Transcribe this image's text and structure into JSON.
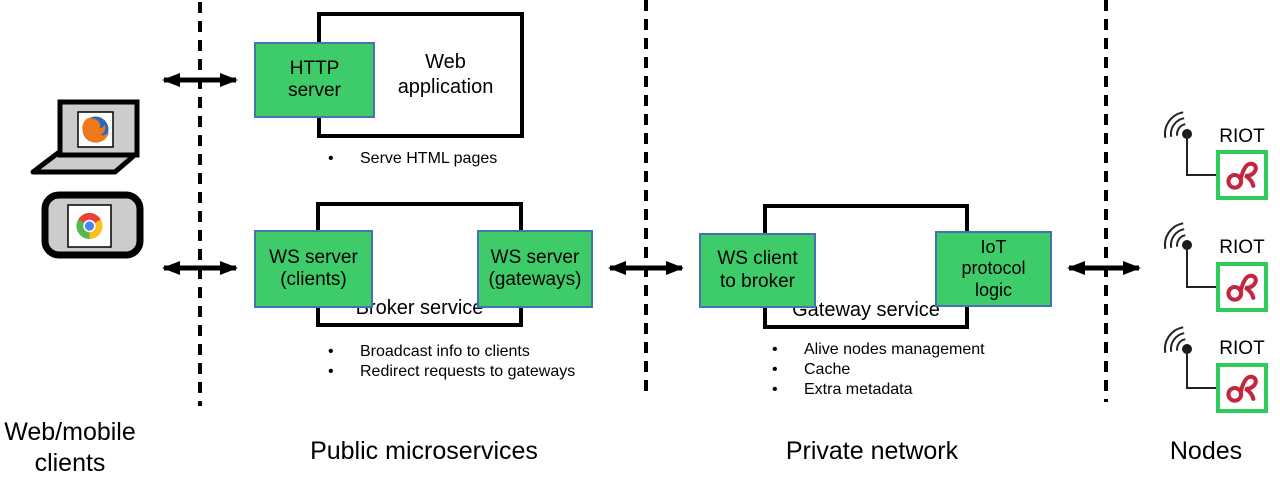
{
  "colors": {
    "service_green": "#3ecb69",
    "service_border_blue": "#4573af",
    "container_border": "#000000",
    "node_square_green": "#2ecc5b",
    "riot_red": "#c4273d",
    "device_gray": "#cccccc",
    "line_black": "#000000"
  },
  "icons": {
    "laptop": "laptop-icon",
    "smartphone": "smartphone-icon",
    "firefox": "firefox-browser-icon",
    "chrome": "chrome-browser-icon",
    "antenna": "antenna-icon",
    "riot_logo": "riot-os-logo-icon",
    "double_arrow": "bidirectional-arrow",
    "crossed_arrows": "message-exchange-arrows"
  },
  "clients": {
    "section_label": "Web/mobile\nclients"
  },
  "public": {
    "section_label": "Public microservices",
    "web_application": {
      "container_label": "Web\napplication",
      "service_label": "HTTP\nserver",
      "bullets": [
        "Serve HTML pages"
      ]
    },
    "broker": {
      "container_label": "Broker service",
      "left_service": "WS server\n(clients)",
      "right_service": "WS server\n(gateways)",
      "bullets": [
        "Broadcast info to clients",
        "Redirect requests to gateways"
      ]
    }
  },
  "private": {
    "section_label": "Private network",
    "gateway": {
      "container_label": "Gateway service",
      "left_service": "WS client\nto broker",
      "right_service": "IoT\nprotocol\nlogic",
      "bullets": [
        "Alive nodes management",
        "Cache",
        "Extra metadata"
      ]
    }
  },
  "nodes": {
    "section_label": "Nodes",
    "items": [
      {
        "label": "RIOT"
      },
      {
        "label": "RIOT"
      },
      {
        "label": "RIOT"
      }
    ]
  }
}
